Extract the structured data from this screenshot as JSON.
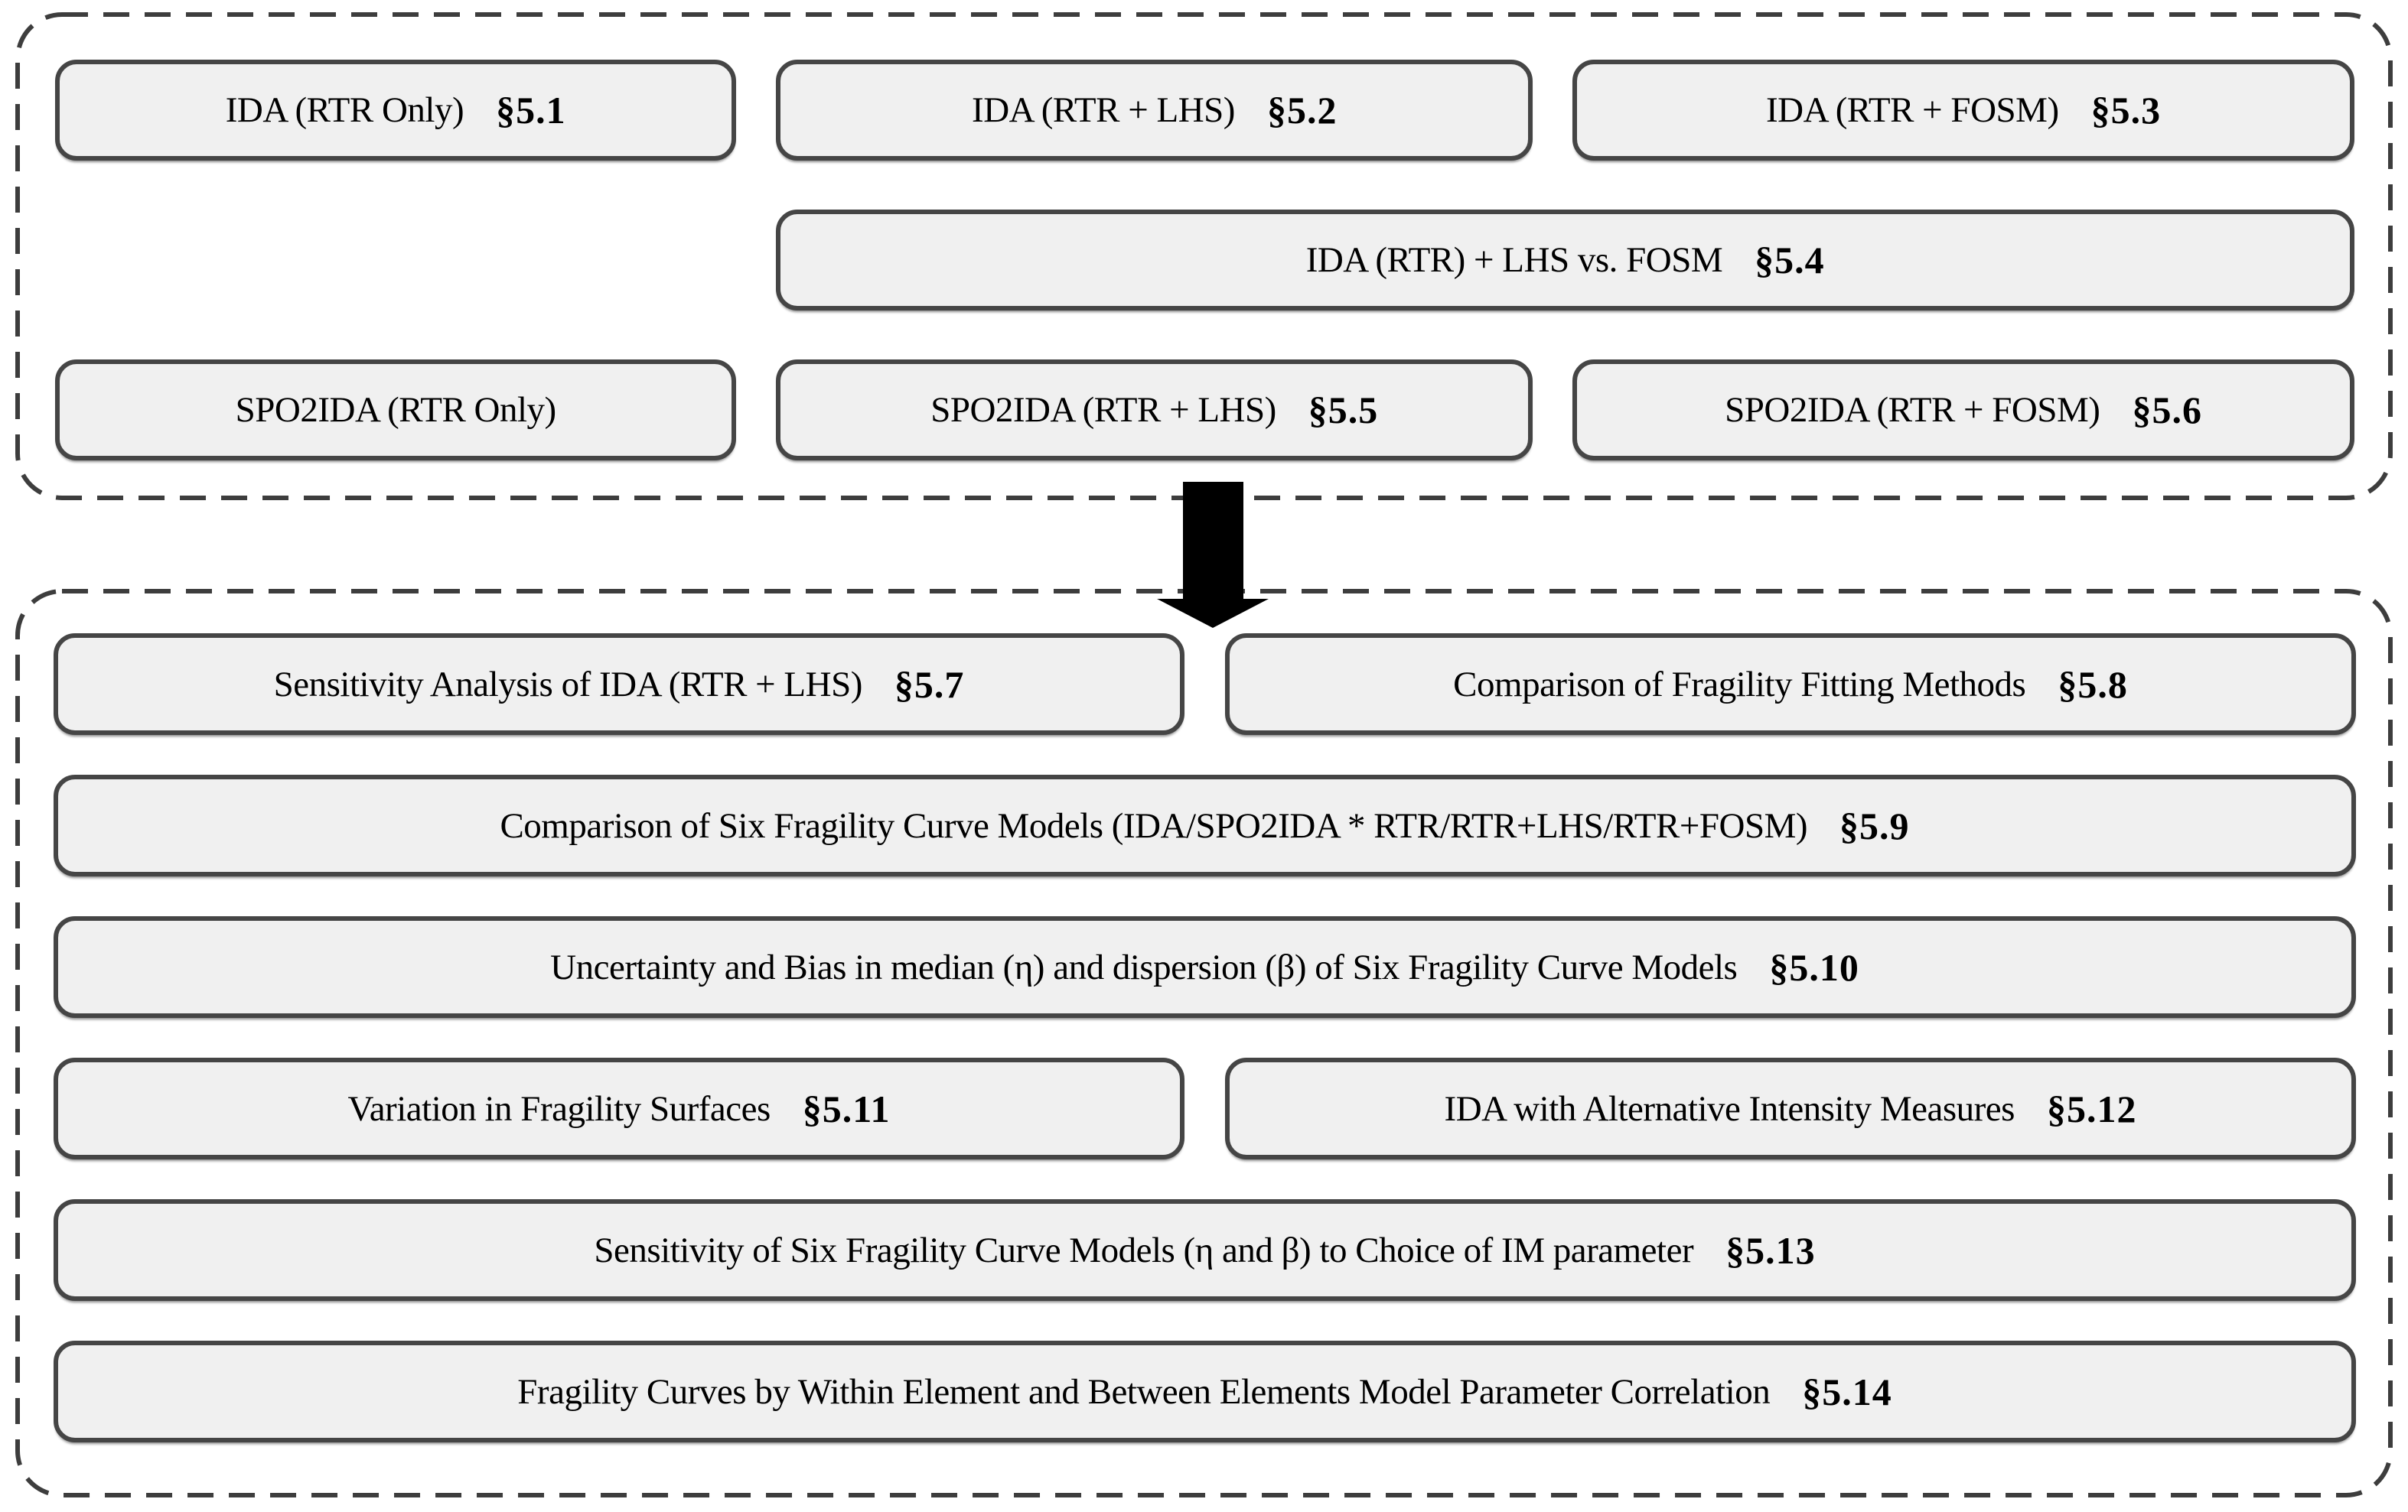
{
  "colors": {
    "box_fill": "#f0f0f0",
    "box_border": "#454545",
    "container_dash_border": "#3d3d3d",
    "text": "#000000",
    "arrow": "#000000"
  },
  "arrow": {
    "icon": "down-arrow",
    "color": "#000000"
  },
  "top_group": {
    "row1": [
      {
        "label": "IDA (RTR Only)",
        "section": "§5.1"
      },
      {
        "label": "IDA (RTR + LHS)",
        "section": "§5.2"
      },
      {
        "label": "IDA (RTR + FOSM)",
        "section": "§5.3"
      }
    ],
    "row2": [
      {
        "label": "IDA (RTR) + LHS vs. FOSM",
        "section": "§5.4"
      }
    ],
    "row3": [
      {
        "label": "SPO2IDA (RTR Only)",
        "section": ""
      },
      {
        "label": "SPO2IDA (RTR + LHS)",
        "section": "§5.5"
      },
      {
        "label": "SPO2IDA (RTR + FOSM)",
        "section": "§5.6"
      }
    ]
  },
  "bottom_group": {
    "row1": [
      {
        "label": "Sensitivity Analysis of IDA (RTR + LHS)",
        "section": "§5.7"
      },
      {
        "label": "Comparison of Fragility Fitting Methods",
        "section": "§5.8"
      }
    ],
    "row2": [
      {
        "label": "Comparison of Six Fragility Curve Models (IDA/SPO2IDA * RTR/RTR+LHS/RTR+FOSM)",
        "section": "§5.9"
      }
    ],
    "row3": [
      {
        "label": "Uncertainty and Bias in median (η) and dispersion (β) of Six Fragility Curve Models",
        "section": "§5.10"
      }
    ],
    "row4": [
      {
        "label": "Variation in Fragility Surfaces",
        "section": "§5.11"
      },
      {
        "label": "IDA with Alternative Intensity Measures",
        "section": "§5.12"
      }
    ],
    "row5": [
      {
        "label": "Sensitivity of Six Fragility Curve Models (η and β) to Choice of IM parameter",
        "section": "§5.13"
      }
    ],
    "row6": [
      {
        "label": "Fragility Curves by Within Element and Between Elements Model Parameter Correlation",
        "section": "§5.14"
      }
    ]
  }
}
